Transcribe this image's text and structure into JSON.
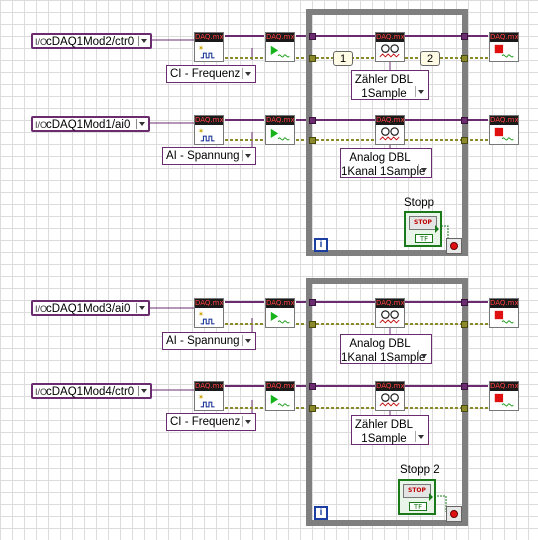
{
  "channels": [
    {
      "id": "ch1",
      "text": "cDAQ1Mod2/ctr0",
      "io_glyph": "I/O"
    },
    {
      "id": "ch2",
      "text": "cDAQ1Mod1/ai0",
      "io_glyph": "I/O"
    },
    {
      "id": "ch3",
      "text": "cDAQ1Mod3/ai0",
      "io_glyph": "I/O"
    },
    {
      "id": "ch4",
      "text": "cDAQ1Mod4/ctr0",
      "io_glyph": "I/O"
    }
  ],
  "create_selectors": [
    {
      "id": "s1",
      "text": "CI - Frequenz"
    },
    {
      "id": "s2",
      "text": "AI - Spannung"
    },
    {
      "id": "s3",
      "text": "AI - Spannung"
    },
    {
      "id": "s4",
      "text": "CI - Frequenz"
    }
  ],
  "read_selectors": [
    {
      "id": "r1",
      "line1": "Zähler DBL",
      "line2": "1Sample"
    },
    {
      "id": "r2",
      "line1": "Analog DBL",
      "line2": "1Kanal 1Sample"
    },
    {
      "id": "r3",
      "line1": "Analog DBL",
      "line2": "1Kanal 1Sample"
    },
    {
      "id": "r4",
      "line1": "Zähler DBL",
      "line2": "1Sample"
    }
  ],
  "vi_header": "DAQ.mx",
  "sequence": {
    "first": "1",
    "second": "2"
  },
  "loops": [
    {
      "id": "loop1",
      "stop_label": "Stopp",
      "iteration": "i"
    },
    {
      "id": "loop2",
      "stop_label": "Stopp 2",
      "iteration": "i"
    }
  ],
  "stop_button": {
    "text": "STOP",
    "indicator": "TF"
  },
  "colors": {
    "task_wire": "#6a2c6f",
    "error_wire": "#8a8a2a",
    "loop_border": "#7f7f7f",
    "iter_blue": "#1a3fa0",
    "stop_green": "#1a7a1a"
  }
}
